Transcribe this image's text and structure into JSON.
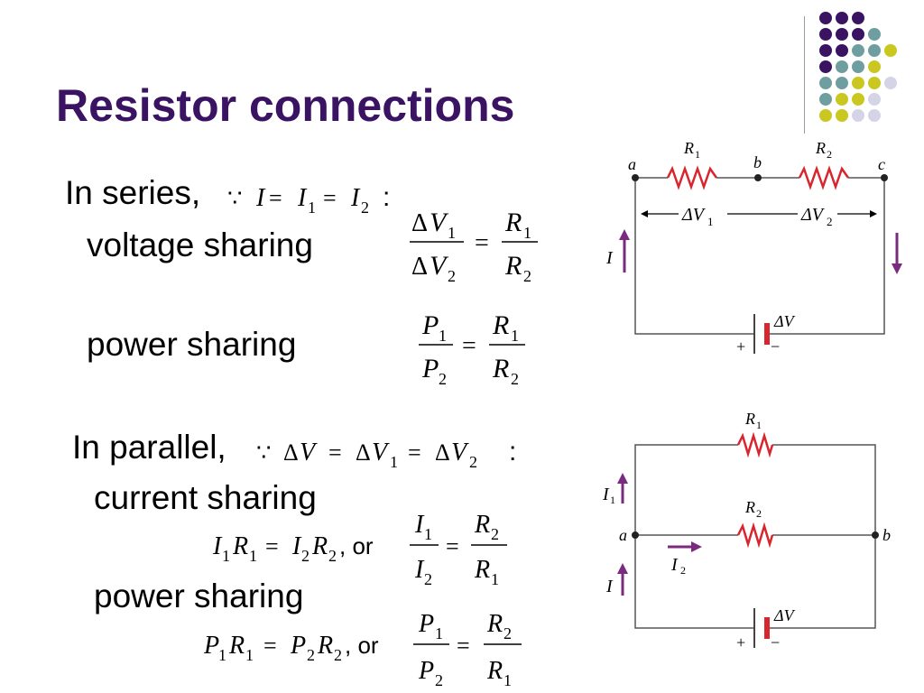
{
  "slide": {
    "title": "Resistor connections",
    "series": {
      "line1": "In series,",
      "cond": {
        "because": "∵",
        "I": "I",
        "eq": "=",
        "I1": "I",
        "sub1": "1",
        "I2": "I",
        "sub2": "2",
        "colon": ":"
      },
      "voltage_label": "voltage sharing",
      "voltage_eq": {
        "delta": "Δ",
        "V": "V",
        "sub1": "1",
        "sub2": "2",
        "R": "R",
        "eq": "="
      },
      "power_label": "power sharing",
      "power_eq": {
        "P": "P",
        "R": "R",
        "sub1": "1",
        "sub2": "2",
        "eq": "="
      }
    },
    "parallel": {
      "line1": "In parallel,",
      "cond": {
        "because": "∵",
        "delta": "Δ",
        "V": "V",
        "eq": "=",
        "sub1": "1",
        "sub2": "2",
        "colon": ":"
      },
      "current_label": "current sharing",
      "current_eq": {
        "I": "I",
        "R": "R",
        "sub1": "1",
        "sub2": "2",
        "eq": "=",
        "or": ", or"
      },
      "power_label": "power sharing",
      "power_eq": {
        "P": "P",
        "R": "R",
        "sub1": "1",
        "sub2": "2",
        "eq": "=",
        "or": ", or"
      }
    }
  },
  "series_circuit": {
    "node_a": "a",
    "node_b": "b",
    "node_c": "c",
    "r1": "R",
    "r1_sub": "1",
    "r2": "R",
    "r2_sub": "2",
    "dv1": "ΔV",
    "dv1_sub": "1",
    "dv2": "ΔV",
    "dv2_sub": "2",
    "current": "I",
    "battery": "ΔV",
    "plus": "+",
    "minus": "−"
  },
  "parallel_circuit": {
    "node_a": "a",
    "node_b": "b",
    "r1": "R",
    "r1_sub": "1",
    "r2": "R",
    "r2_sub": "2",
    "i1": "I",
    "i1_sub": "1",
    "i2": "I",
    "i2_sub": "2",
    "current": "I",
    "battery": "ΔV",
    "plus": "+",
    "minus": "−"
  },
  "colors": {
    "title": "#3b1363",
    "purple": "#3b1363",
    "teal": "#6f9ea0",
    "yellow": "#c9c720",
    "lavender": "#d4d4e6",
    "resistor": "#d8262e",
    "arrow": "#7a2b7e",
    "wire": "#555555"
  }
}
